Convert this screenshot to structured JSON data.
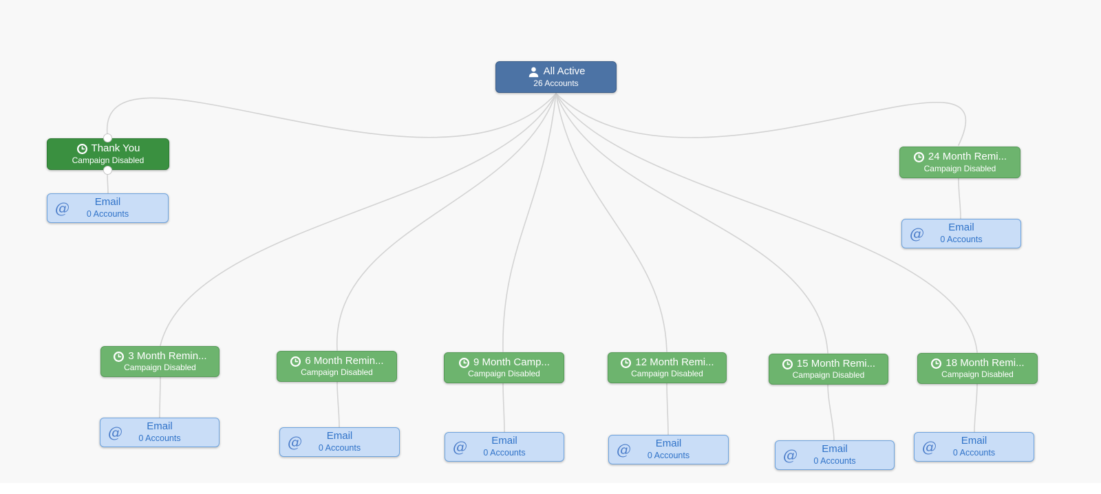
{
  "canvas": {
    "background": "#f8f8f8",
    "connector_color": "#d3d3d3"
  },
  "colors": {
    "root_blue": "#4c73a5",
    "campaign_green": "#6db46e",
    "campaign_green_selected": "#3a9040",
    "email_bg": "#c9ddf7",
    "email_border": "#6ea3dd",
    "email_text": "#2f72c8"
  },
  "root": {
    "title": "All Active",
    "subtitle": "26 Accounts",
    "icon": "person-icon"
  },
  "campaigns": [
    {
      "title": "Thank You",
      "status": "Campaign Disabled",
      "icon": "clock-icon",
      "selected": true,
      "email": {
        "icon": "at-icon",
        "title": "Email",
        "subtitle": "0 Accounts"
      }
    },
    {
      "title": "3 Month Remin...",
      "status": "Campaign Disabled",
      "icon": "clock-icon",
      "selected": false,
      "email": {
        "icon": "at-icon",
        "title": "Email",
        "subtitle": "0 Accounts"
      }
    },
    {
      "title": "6 Month Remin...",
      "status": "Campaign Disabled",
      "icon": "clock-icon",
      "selected": false,
      "email": {
        "icon": "at-icon",
        "title": "Email",
        "subtitle": "0 Accounts"
      }
    },
    {
      "title": "9 Month Camp...",
      "status": "Campaign Disabled",
      "icon": "clock-icon",
      "selected": false,
      "email": {
        "icon": "at-icon",
        "title": "Email",
        "subtitle": "0 Accounts"
      }
    },
    {
      "title": "12 Month Remi...",
      "status": "Campaign Disabled",
      "icon": "clock-icon",
      "selected": false,
      "email": {
        "icon": "at-icon",
        "title": "Email",
        "subtitle": "0 Accounts"
      }
    },
    {
      "title": "15 Month Remi...",
      "status": "Campaign Disabled",
      "icon": "clock-icon",
      "selected": false,
      "email": {
        "icon": "at-icon",
        "title": "Email",
        "subtitle": "0 Accounts"
      }
    },
    {
      "title": "18 Month Remi...",
      "status": "Campaign Disabled",
      "icon": "clock-icon",
      "selected": false,
      "email": {
        "icon": "at-icon",
        "title": "Email",
        "subtitle": "0 Accounts"
      }
    },
    {
      "title": "24 Month Remi...",
      "status": "Campaign Disabled",
      "icon": "clock-icon",
      "selected": false,
      "email": {
        "icon": "at-icon",
        "title": "Email",
        "subtitle": "0 Accounts"
      }
    }
  ]
}
